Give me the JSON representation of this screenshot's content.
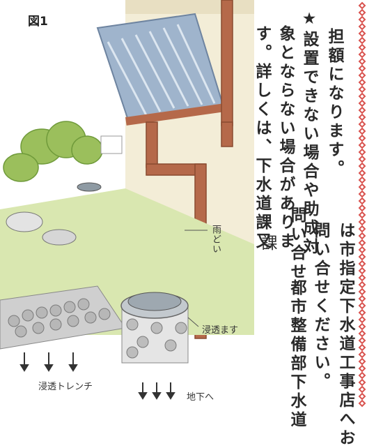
{
  "figure": {
    "title": "図1",
    "labels": {
      "downspout": "雨どい",
      "infiltration_basin": "浸透ます",
      "infiltration_trench": "浸透トレンチ",
      "to_underground": "地下へ"
    }
  },
  "body_text": {
    "col1": "担額になります。",
    "col2": "★設置できない場合や助成対",
    "col3": "象とならない場合がありま",
    "col4": "す。詳しくは、下水道課又",
    "col5": "は市指定下水道工事店へお",
    "col6": "問い合せください。",
    "contact_heading": "問い合せ",
    "contact_dept": "都市整備部下水道",
    "contact_suffix": "課"
  },
  "colors": {
    "border_red": "#d9534f",
    "pipe": "#b5694a",
    "grass": "#a9c46a",
    "stone": "#bdbdbd"
  }
}
